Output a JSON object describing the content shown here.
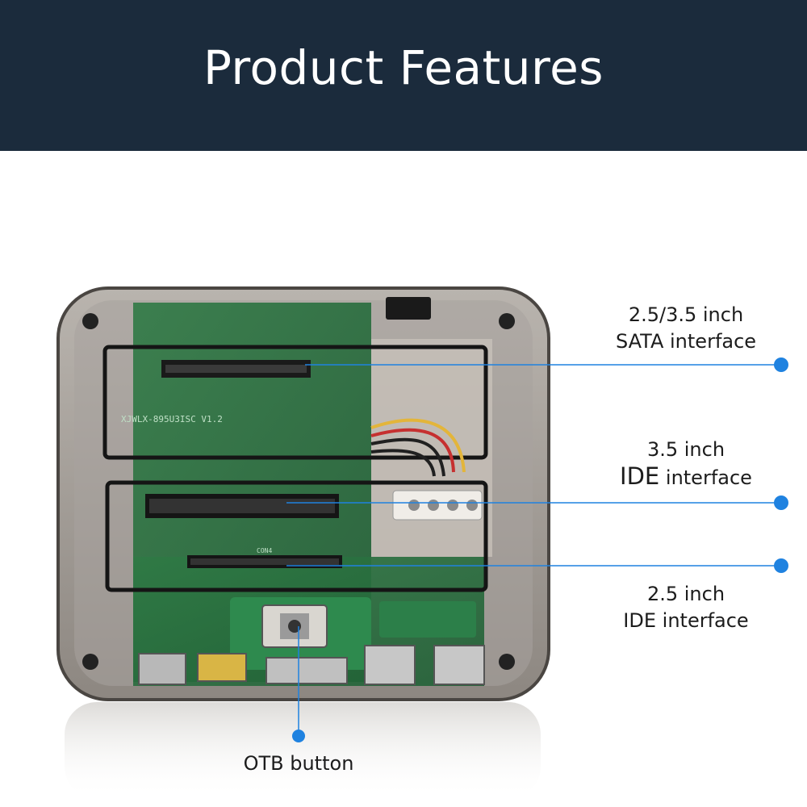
{
  "header": {
    "title": "Product Features",
    "background": "#1b2b3c"
  },
  "accent_color": "#1f82e0",
  "board_text": {
    "model": "XJWLX-895U3ISC V1.2",
    "connector": "CON4"
  },
  "callouts": {
    "sata": {
      "line1": "2.5/3.5 inch",
      "line2": "SATA interface"
    },
    "ide35": {
      "line1": "3.5 inch",
      "line2_big": "IDE",
      "line2_rest": " interface"
    },
    "ide25": {
      "line1": "2.5 inch",
      "line2": "IDE interface"
    },
    "otb": {
      "label": "OTB button"
    }
  }
}
